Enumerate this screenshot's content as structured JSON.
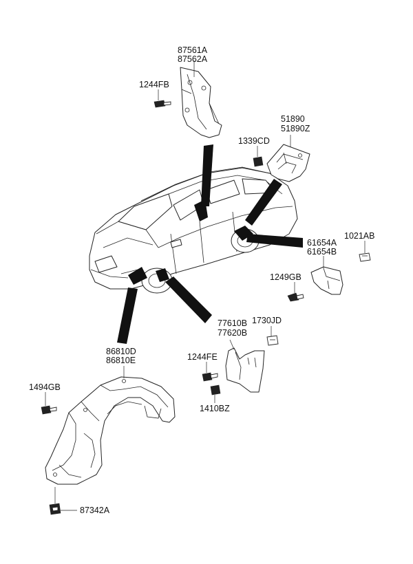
{
  "labels": {
    "p87561A": "87561A",
    "p87562A": "87562A",
    "p1244FB": "1244FB",
    "p51890": "51890",
    "p51890Z": "51890Z",
    "p1339CD": "1339CD",
    "p61654A": "61654A",
    "p61654B": "61654B",
    "p1021AB": "1021AB",
    "p1249GB": "1249GB",
    "p77610B": "77610B",
    "p77620B": "77620B",
    "p1730JD": "1730JD",
    "p1244FE": "1244FE",
    "p1410BZ": "1410BZ",
    "p86810D": "86810D",
    "p86810E": "86810E",
    "p1494GB": "1494GB",
    "p87342A": "87342A"
  }
}
